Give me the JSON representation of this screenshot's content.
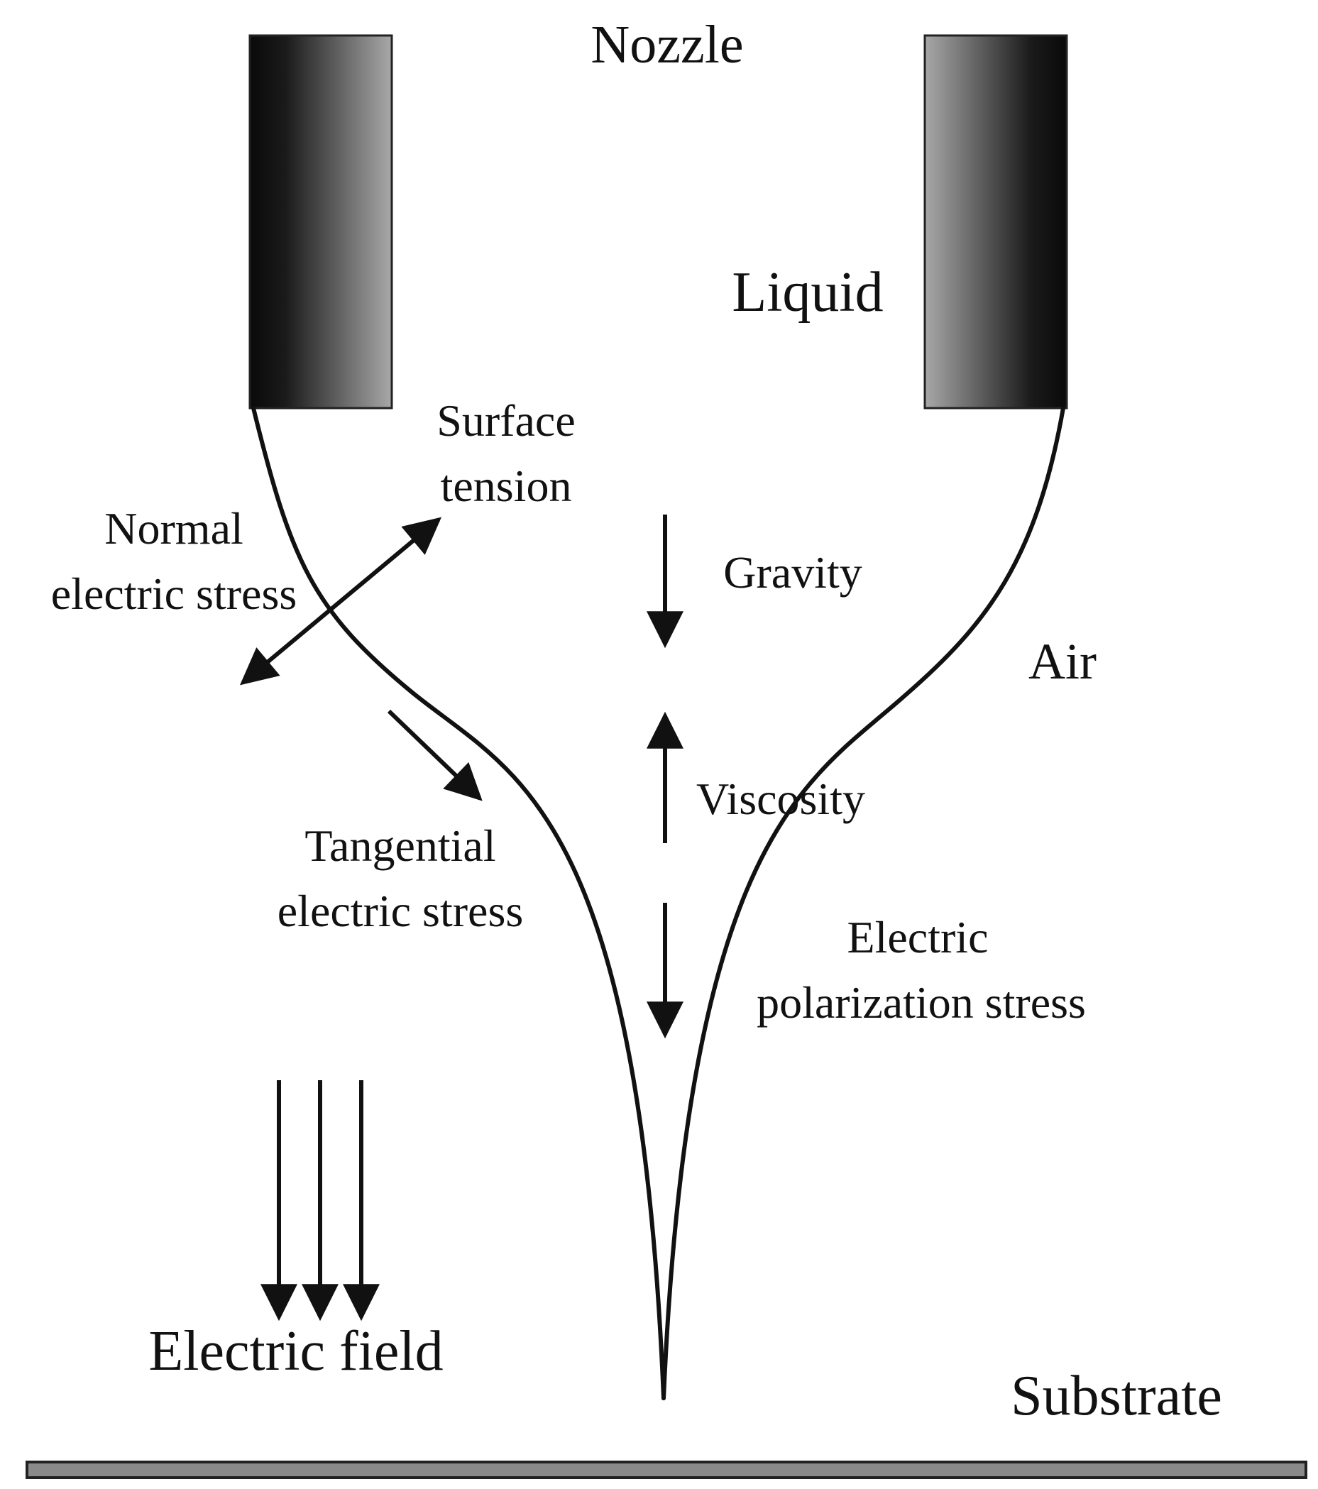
{
  "labels": {
    "nozzle": "Nozzle",
    "liquid": "Liquid",
    "surface_tension_line1": "Surface",
    "surface_tension_line2": "tension",
    "normal_stress_line1": "Normal",
    "normal_stress_line2": "electric stress",
    "gravity": "Gravity",
    "air": "Air",
    "viscosity": "Viscosity",
    "tangential_stress_line1": "Tangential",
    "tangential_stress_line2": "electric stress",
    "polarization_line1": "Electric",
    "polarization_line2": "polarization stress",
    "electric_field": "Electric field",
    "substrate": "Substrate"
  },
  "colors": {
    "ink": "#111111",
    "nozzle_dark": "#0a0a0a",
    "nozzle_light": "#a8a8a8",
    "substrate": "#7a7a7a",
    "background": "#ffffff"
  }
}
